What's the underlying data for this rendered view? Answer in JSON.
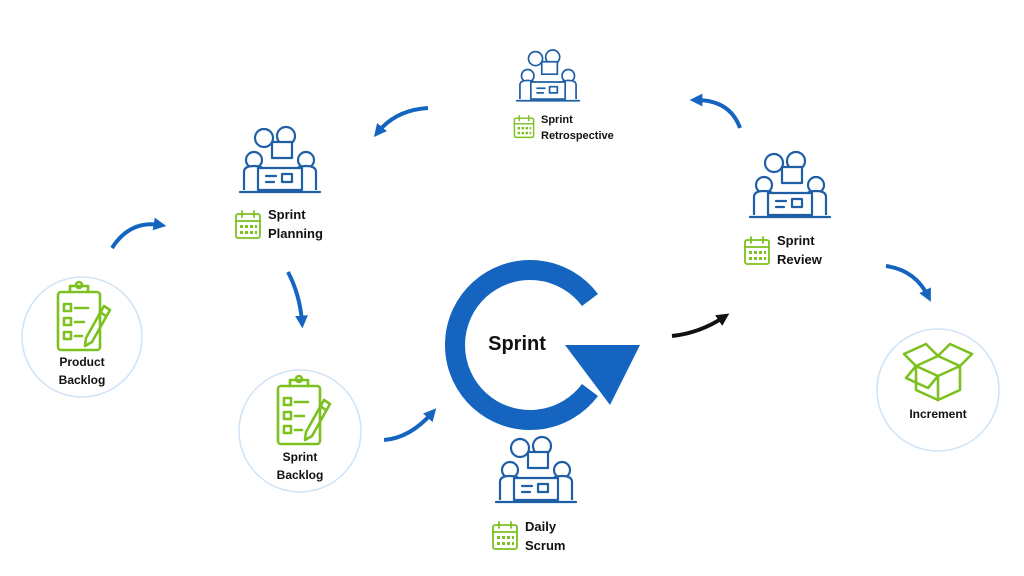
{
  "diagram": {
    "center_label": "Sprint",
    "nodes": {
      "product_backlog": {
        "line1": "Product",
        "line2": "Backlog"
      },
      "sprint_planning": {
        "line1": "Sprint",
        "line2": "Planning"
      },
      "sprint_backlog": {
        "line1": "Sprint",
        "line2": "Backlog"
      },
      "daily_scrum": {
        "line1": "Daily",
        "line2": "Scrum"
      },
      "sprint_review": {
        "line1": "Sprint",
        "line2": "Review"
      },
      "sprint_retrospective": {
        "line1": "Sprint",
        "line2": "Retrospective"
      },
      "increment": {
        "line1": "Increment"
      }
    }
  },
  "colors": {
    "arrow_blue": "#1565c0",
    "icon_blue": "#1f5fa6",
    "icon_green": "#7cc11f",
    "ring": "#cfe3f5",
    "text": "#111111"
  },
  "icons": [
    "clipboard-checklist-icon",
    "meeting-team-icon",
    "calendar-icon",
    "open-box-icon",
    "circular-arrow-icon"
  ]
}
